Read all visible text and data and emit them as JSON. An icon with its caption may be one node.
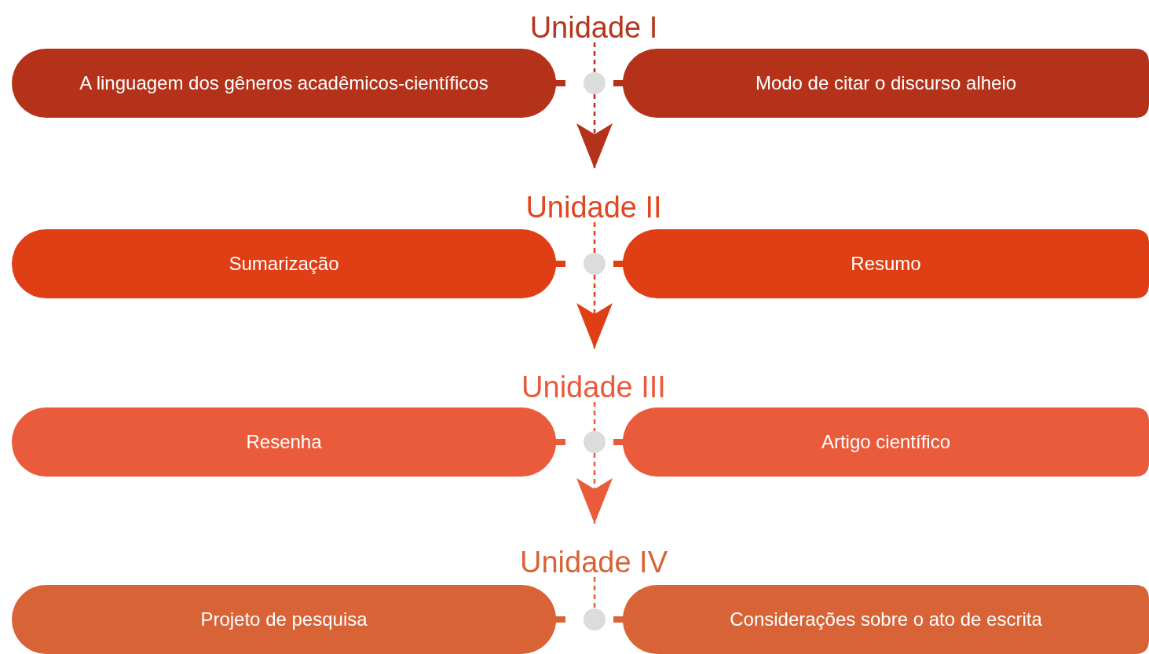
{
  "diagram": {
    "nodes": [
      {
        "text": [
          "Unidade I"
        ]
      },
      {
        "text": [
          "A linguagem dos gêneros acadêmicos-científicos"
        ]
      },
      {
        "text": [
          "Modo de citar o discurso alheio"
        ]
      },
      {
        "text": [],
        "shape": "circle"
      },
      {
        "text": [
          "Unidade II"
        ]
      },
      {
        "text": [
          "Sumarização"
        ]
      },
      {
        "text": [
          "Resumo"
        ]
      },
      {
        "text": [],
        "shape": "circle"
      },
      {
        "text": [
          "Unidade III"
        ]
      },
      {
        "text": [
          "Resenha"
        ]
      },
      {
        "text": [
          "Artigo científico"
        ]
      },
      {
        "text": [],
        "shape": "circle"
      },
      {
        "text": [
          "Unidade IV"
        ]
      },
      {
        "text": [
          "Projeto de pesquisa"
        ]
      },
      {
        "text": [
          "Considerações sobre o ato de escrita"
        ]
      },
      {
        "text": [],
        "shape": "circle"
      }
    ],
    "edges": [
      {
        "from": 0,
        "to": 3,
        "arrow": "none",
        "style": "dashed",
        "color": "#b5321a"
      },
      {
        "from": 3,
        "to": 4,
        "arrow": "to",
        "style": "dashed",
        "color": "#b5321a"
      },
      {
        "from": 4,
        "to": 7,
        "arrow": "none",
        "style": "dashed",
        "color": "#e03e14"
      },
      {
        "from": 7,
        "to": 8,
        "arrow": "to",
        "style": "dashed",
        "color": "#e03e14"
      },
      {
        "from": 8,
        "to": 11,
        "arrow": "none",
        "style": "dashed",
        "color": "#ea5b3c"
      },
      {
        "from": 11,
        "to": 12,
        "arrow": "to",
        "style": "dashed",
        "color": "#ea5b3c"
      },
      {
        "from": 12,
        "to": 15,
        "arrow": "none",
        "style": "dashed",
        "color": "#d86337"
      }
    ]
  }
}
